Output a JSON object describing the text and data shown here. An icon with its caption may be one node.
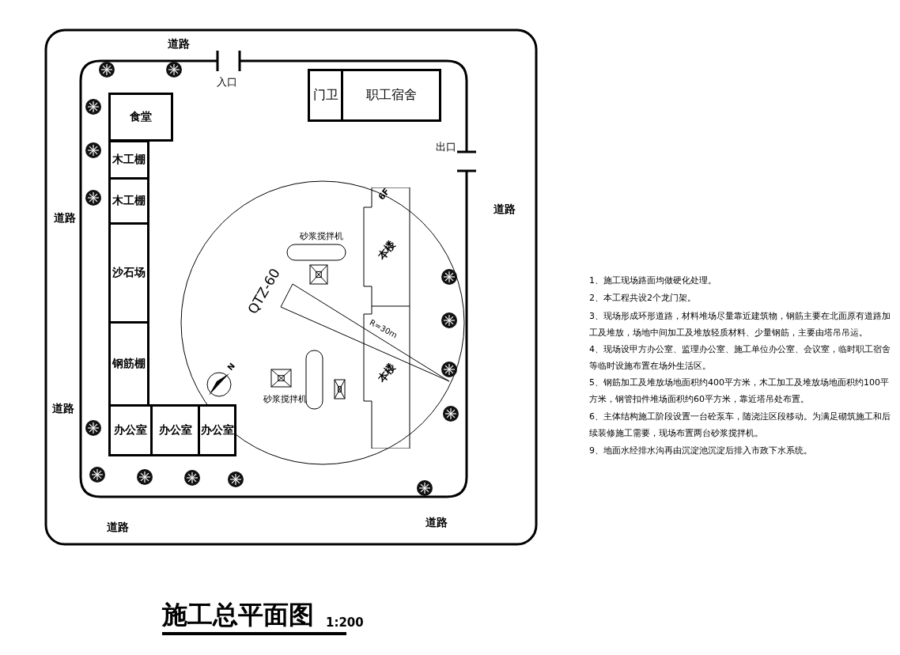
{
  "diagram": {
    "title": "施工总平面图",
    "nodes": [
      {
        "text": [
          "食堂"
        ]
      },
      {
        "text": [
          "木工棚"
        ]
      },
      {
        "text": [
          "木工棚"
        ]
      },
      {
        "text": [
          "沙石场"
        ]
      },
      {
        "text": [
          "钢筋棚"
        ]
      },
      {
        "text": [
          "办公室"
        ]
      },
      {
        "text": [
          "办公室"
        ]
      },
      {
        "text": [
          "办公室"
        ]
      },
      {
        "text": [
          "门卫"
        ]
      },
      {
        "text": [
          "职工宿舍"
        ]
      },
      {
        "text": [
          "6F",
          "本楼",
          "本楼"
        ]
      }
    ],
    "labels": [
      "道路",
      "入口",
      "出口",
      "道路",
      "道路",
      "砂浆搅拌机",
      "QTZ-60",
      "R=30m",
      "N",
      "砂浆搅拌机",
      "道路",
      "道路",
      "道路",
      "1、施工现场路面均做硬化处理。",
      "2、本工程共设2个龙门架。",
      "3、现场形成环形道路，材料堆场尽量靠近建筑物，钢筋主要在北面原有道路加工及堆放，场地中间加工及堆放轻质材料、少量钢筋，主要由塔吊吊运。",
      "4、现场设甲方办公室、监理办公室、施工单位办公室、会议室，临时职工宿舍等临时设施布置在场外生活区。",
      "5、钢筋加工及堆放场地面积约400平方米，木工加工及堆放场地面积约100平方米，钢管扣件堆场面积约60平方米，靠近塔吊处布置。",
      "6、主体结构施工阶段设置一台砼泵车，随浇注区段移动。为满足砌筑施工和后续装修施工需要，现场布置两台砂浆搅拌机。",
      "9、地面水经排水沟再由沉淀池沉淀后排入市政下水系统。",
      "1:200"
    ]
  }
}
